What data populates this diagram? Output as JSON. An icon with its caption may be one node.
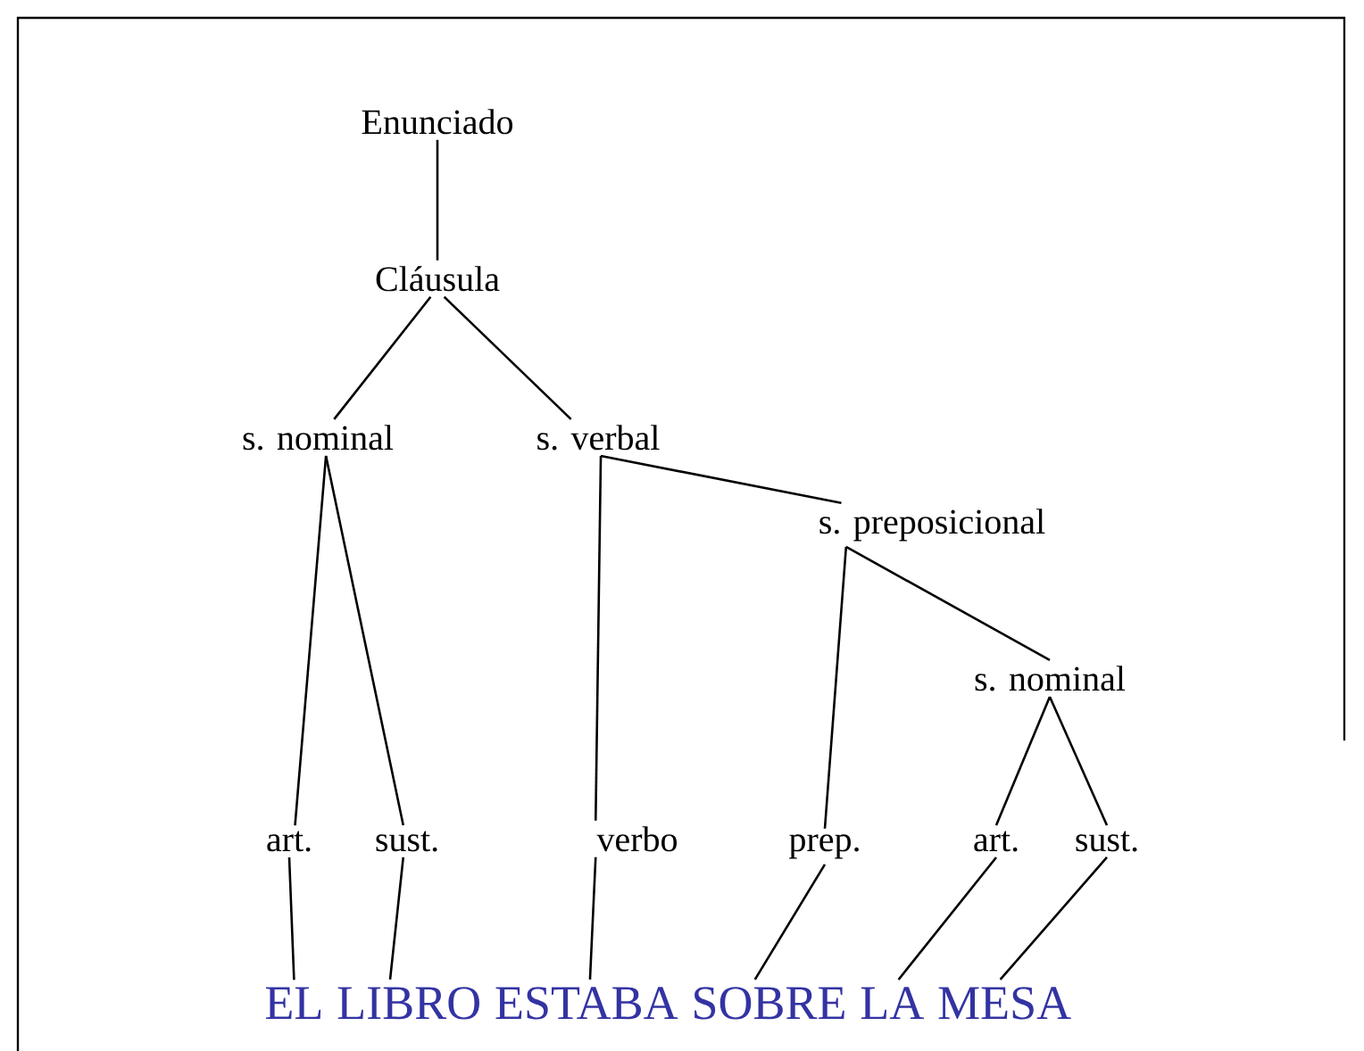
{
  "diagram": {
    "nodes": [
      {
        "text": [
          "Enunciado"
        ]
      },
      {
        "text": [
          "Cláusula"
        ]
      },
      {
        "text": [
          "s. nominal"
        ]
      },
      {
        "text": [
          "s. verbal"
        ]
      },
      {
        "text": [
          "s. preposicional"
        ]
      },
      {
        "text": [
          "s. nominal"
        ]
      },
      {
        "text": [
          "art."
        ]
      },
      {
        "text": [
          "sust."
        ]
      },
      {
        "text": [
          "verbo"
        ]
      },
      {
        "text": [
          "prep."
        ]
      },
      {
        "text": [
          "art."
        ]
      },
      {
        "text": [
          "sust."
        ]
      },
      {
        "text": [
          "EL"
        ]
      },
      {
        "text": [
          "LIBRO"
        ]
      },
      {
        "text": [
          "ESTABA"
        ]
      },
      {
        "text": [
          "SOBRE"
        ]
      },
      {
        "text": [
          "LA"
        ]
      },
      {
        "text": [
          "MESA"
        ]
      }
    ],
    "edges": [
      {
        "from": 0,
        "to": 1,
        "arrow": "none"
      },
      {
        "from": 1,
        "to": 2,
        "arrow": "none"
      },
      {
        "from": 1,
        "to": 3,
        "arrow": "none"
      },
      {
        "from": 2,
        "to": 6,
        "arrow": "none"
      },
      {
        "from": 2,
        "to": 7,
        "arrow": "none"
      },
      {
        "from": 3,
        "to": 8,
        "arrow": "none"
      },
      {
        "from": 3,
        "to": 4,
        "arrow": "none"
      },
      {
        "from": 4,
        "to": 9,
        "arrow": "none"
      },
      {
        "from": 4,
        "to": 5,
        "arrow": "none"
      },
      {
        "from": 5,
        "to": 10,
        "arrow": "none"
      },
      {
        "from": 5,
        "to": 11,
        "arrow": "none"
      },
      {
        "from": 6,
        "to": 12,
        "arrow": "none"
      },
      {
        "from": 7,
        "to": 13,
        "arrow": "none"
      },
      {
        "from": 8,
        "to": 14,
        "arrow": "none"
      },
      {
        "from": 9,
        "to": 15,
        "arrow": "none"
      },
      {
        "from": 10,
        "to": 16,
        "arrow": "none"
      },
      {
        "from": 11,
        "to": 17,
        "arrow": "none"
      }
    ]
  }
}
